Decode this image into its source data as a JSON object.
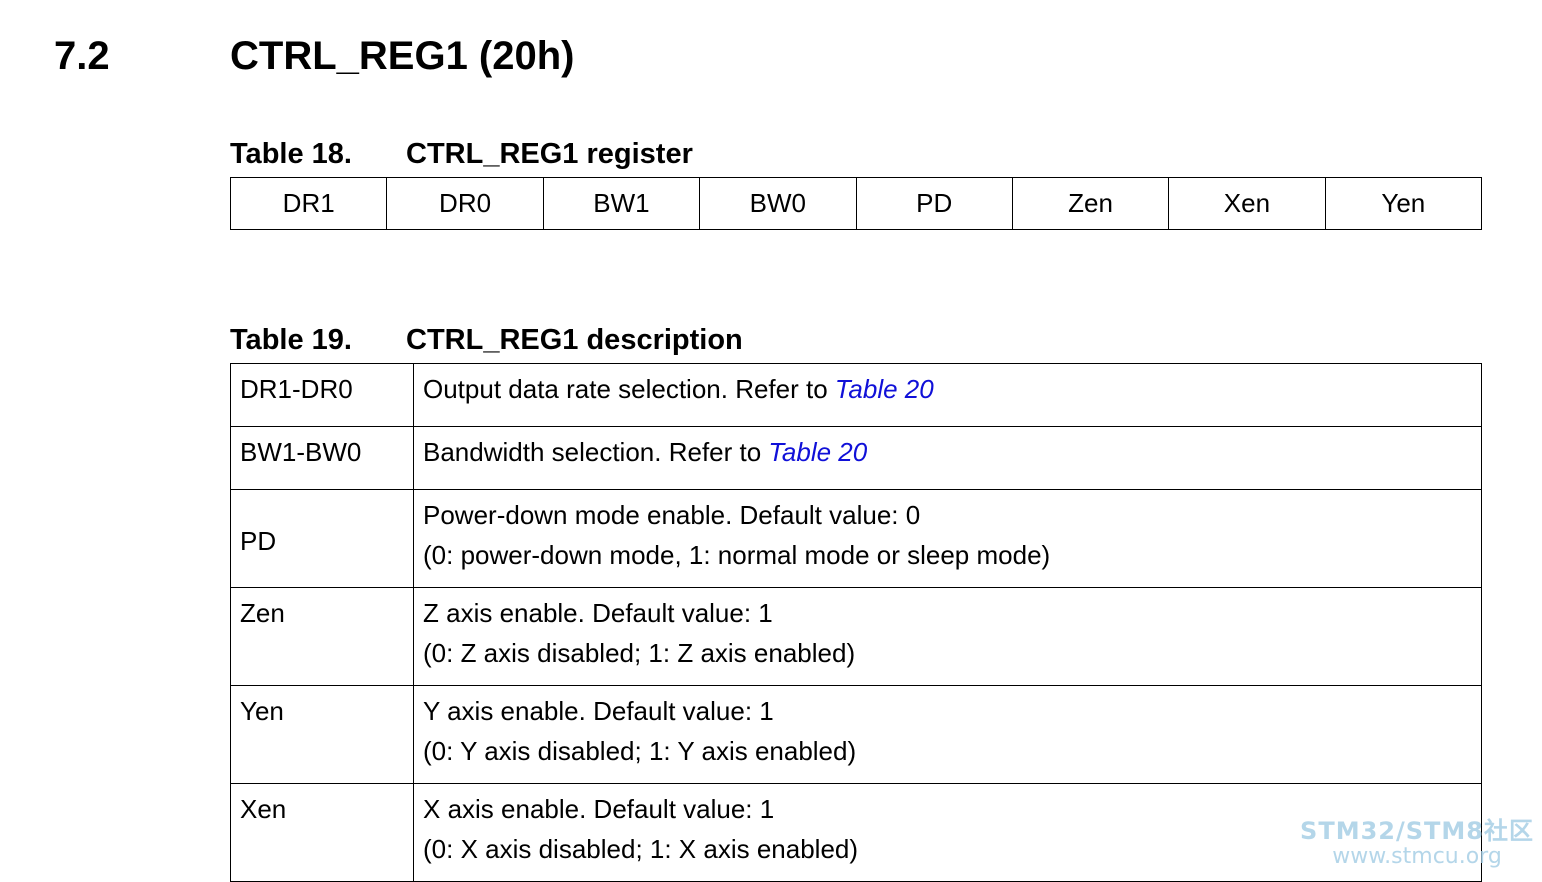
{
  "section": {
    "number": "7.2",
    "title": "CTRL_REG1 (20h)"
  },
  "table18": {
    "caption_number": "Table 18.",
    "caption_title": "CTRL_REG1 register",
    "bits": [
      "DR1",
      "DR0",
      "BW1",
      "BW0",
      "PD",
      "Zen",
      "Xen",
      "Yen"
    ]
  },
  "table19": {
    "caption_number": "Table 19.",
    "caption_title": "CTRL_REG1 description",
    "rows": [
      {
        "name": "DR1-DR0",
        "line1": "Output data rate selection. Refer to ",
        "link": "Table 20",
        "line2": ""
      },
      {
        "name": "BW1-BW0",
        "line1": "Bandwidth selection. Refer to ",
        "link": "Table 20",
        "line2": ""
      },
      {
        "name": "PD",
        "line1": "Power-down mode enable. Default value: 0",
        "link": "",
        "line2": "(0: power-down mode, 1: normal mode or sleep mode)"
      },
      {
        "name": "Zen",
        "line1": "Z axis enable. Default value: 1",
        "link": "",
        "line2": "(0: Z axis disabled; 1: Z axis enabled)"
      },
      {
        "name": "Yen",
        "line1": "Y axis enable. Default value: 1",
        "link": "",
        "line2": "(0: Y axis disabled; 1: Y axis enabled)"
      },
      {
        "name": "Xen",
        "line1": "X axis enable. Default value: 1",
        "link": "",
        "line2": "(0: X axis disabled; 1: X axis enabled)"
      }
    ]
  },
  "watermark": {
    "line1": "STM32/STM8社区",
    "line2": "www.stmcu.org"
  },
  "colors": {
    "link": "#1010d8",
    "watermark": "#a8cfe6"
  }
}
